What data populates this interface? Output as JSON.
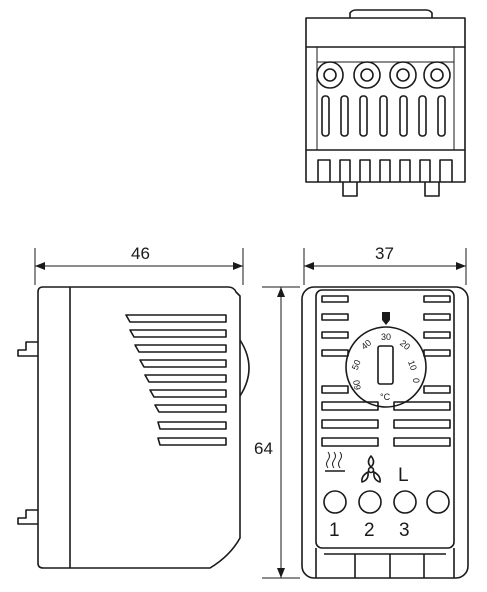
{
  "dimensions": {
    "side_width": "46",
    "front_width": "37",
    "height": "64"
  },
  "dial": {
    "scale": [
      "60",
      "50",
      "40",
      "30",
      "20",
      "10",
      "0"
    ],
    "unit": "°C"
  },
  "terminals": {
    "labels": [
      "1",
      "2",
      "3"
    ],
    "load_symbol": "L",
    "heater_symbol": "heater-symbol-icon",
    "fan_symbol": "fan-symbol-icon"
  }
}
